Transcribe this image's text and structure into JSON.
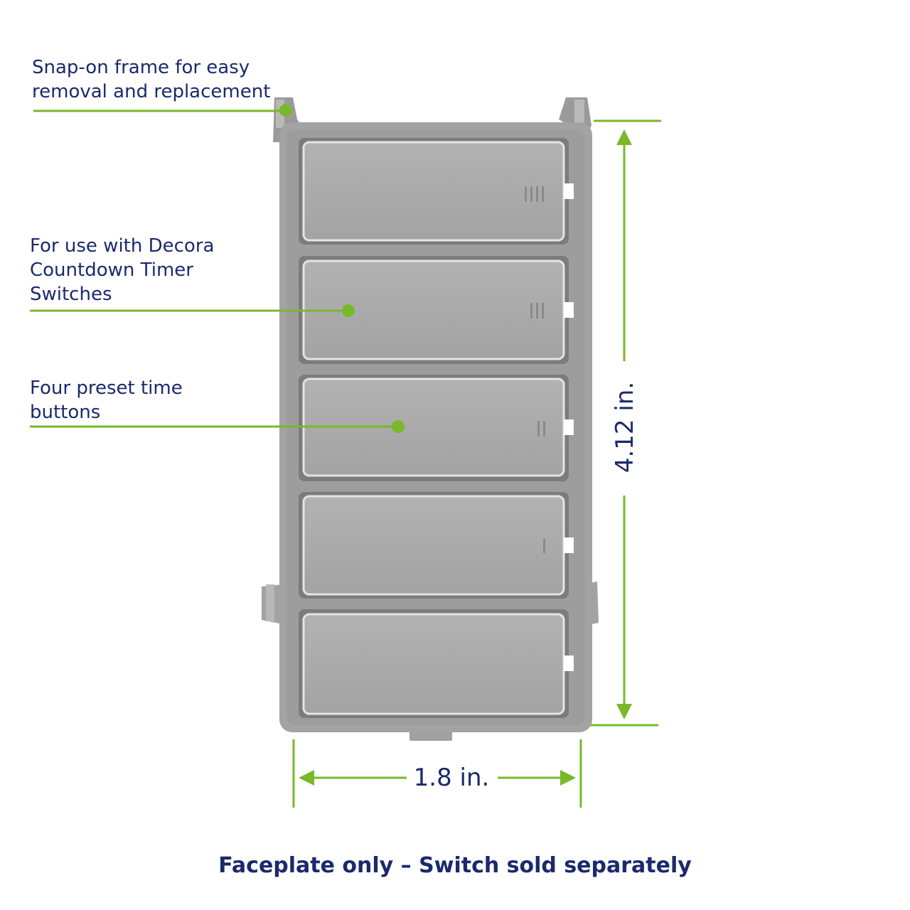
{
  "callouts": {
    "snap_frame": "Snap-on frame for easy\nremoval and replacement",
    "decora": "For use with Decora\nCountdown Timer\nSwitches",
    "preset": "Four preset time\nbuttons"
  },
  "dimensions": {
    "height": "4.12 in.",
    "width": "1.8 in."
  },
  "footer": "Faceplate only – Switch sold separately",
  "buttons": [
    {
      "name": "button-1",
      "tick_marks": 4
    },
    {
      "name": "button-2",
      "tick_marks": 3
    },
    {
      "name": "button-3",
      "tick_marks": 2
    },
    {
      "name": "button-4",
      "tick_marks": 1
    },
    {
      "name": "button-5",
      "tick_marks": 0
    }
  ],
  "colors": {
    "accent_green": "#78b82a",
    "text_navy": "#1a2a6c",
    "frame_gray": "#a4a4a4",
    "button_gray": "#a9a9a9"
  }
}
